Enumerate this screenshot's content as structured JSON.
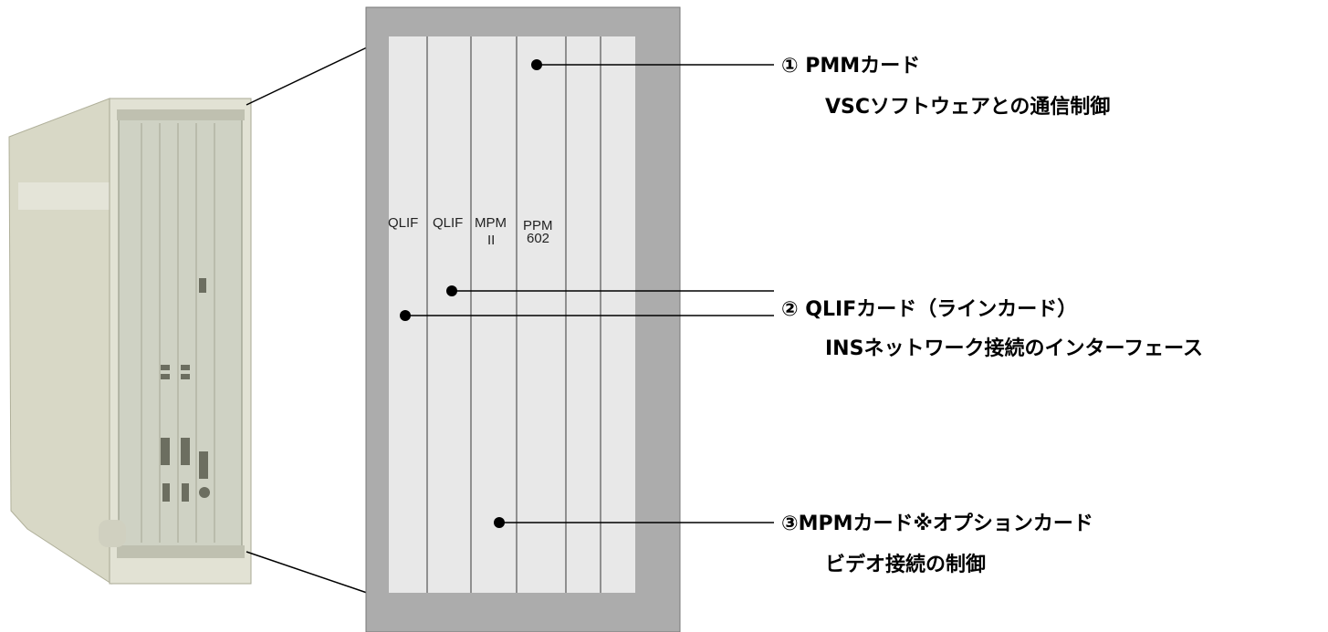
{
  "colors": {
    "frame_gray": "#acacac",
    "panel_light": "#e8e8e8",
    "unit_body": "#dcdccf",
    "unit_panel": "#cfd2c4"
  },
  "slots": [
    {
      "label_line1": "QLIF",
      "label_line2": ""
    },
    {
      "label_line1": "QLIF",
      "label_line2": ""
    },
    {
      "label_line1": "MPM",
      "label_line2": "II"
    },
    {
      "label_line1": "PPM",
      "label_line2": "602"
    },
    {
      "label_line1": "",
      "label_line2": ""
    },
    {
      "label_line1": "",
      "label_line2": ""
    }
  ],
  "callouts": [
    {
      "line1": "① PMMカード",
      "line2": "VSCソフトウェアとの通信制御"
    },
    {
      "line1": "② QLIFカード（ラインカード）",
      "line2": "INSネットワーク接続のインターフェース"
    },
    {
      "line1": "③MPMカード※オプションカード",
      "line2": "ビデオ接続の制御"
    }
  ]
}
